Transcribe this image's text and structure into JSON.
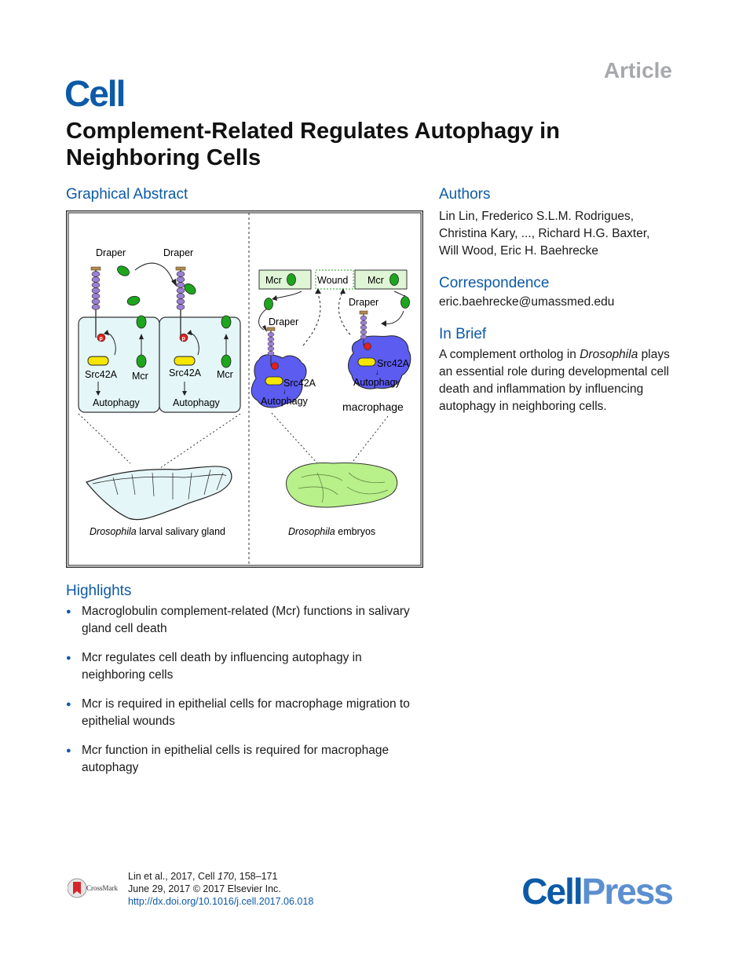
{
  "header": {
    "article_label": "Article",
    "journal": "Cell"
  },
  "title": "Complement-Related Regulates Autophagy in Neighboring Cells",
  "graphical_abstract": {
    "heading": "Graphical Abstract",
    "left_panel": {
      "label_draper_1": "Draper",
      "label_draper_2": "Draper",
      "label_src_1": "Src42A",
      "label_src_2": "Src42A",
      "label_mcr_1": "Mcr",
      "label_mcr_2": "Mcr",
      "label_autophagy_1": "Autophagy",
      "label_autophagy_2": "Autophagy",
      "caption_italic": "Drosophila",
      "caption_rest": " larval salivary gland"
    },
    "right_panel": {
      "label_mcr_left": "Mcr",
      "label_wound": "Wound",
      "label_mcr_right": "Mcr",
      "label_draper_1": "Draper",
      "label_draper_2": "Draper",
      "label_src_1": "Src42A",
      "label_src_2": "Src42A",
      "label_autophagy_1": "Autophagy",
      "label_autophagy_2": "Autophagy",
      "label_macrophage": "macrophage",
      "caption_italic": "Drosophila",
      "caption_rest": " embryos"
    },
    "colors": {
      "cell_fill": "#e5f6f8",
      "draper": "#9b7fd4",
      "mcr_green": "#1ea51e",
      "src_yellow": "#f6e600",
      "macrophage": "#5c5cf0",
      "embryo": "#b8f08a",
      "phospho": "#e0201a"
    }
  },
  "authors": {
    "heading": "Authors",
    "line1": "Lin Lin, Frederico S.L.M. Rodrigues,",
    "line2": "Christina Kary, ..., Richard H.G. Baxter,",
    "line3": "Will Wood, Eric H. Baehrecke"
  },
  "correspondence": {
    "heading": "Correspondence",
    "email": "eric.baehrecke@umassmed.edu"
  },
  "in_brief": {
    "heading": "In Brief",
    "text_before": "A complement ortholog in ",
    "text_italic": "Drosophila",
    "text_after": " plays an essential role during developmental cell death and inflammation by influencing autophagy in neighboring cells."
  },
  "highlights": {
    "heading": "Highlights",
    "items": [
      "Macroglobulin complement-related (Mcr) functions in salivary gland cell death",
      "Mcr regulates cell death by influencing autophagy in neighboring cells",
      "Mcr is required in epithelial cells for macrophage migration to epithelial wounds",
      "Mcr function in epithelial cells is required for macrophage autophagy"
    ]
  },
  "citation": {
    "line1_prefix": "Lin et al., 2017, Cell ",
    "line1_volume": "170",
    "line1_pages": ", 158–171",
    "line2": "June 29, 2017 © 2017 Elsevier Inc.",
    "doi": "http://dx.doi.org/10.1016/j.cell.2017.06.018"
  },
  "footer": {
    "crossmark": "CrossMark",
    "publisher_part1": "Cell",
    "publisher_part2": "Press"
  }
}
